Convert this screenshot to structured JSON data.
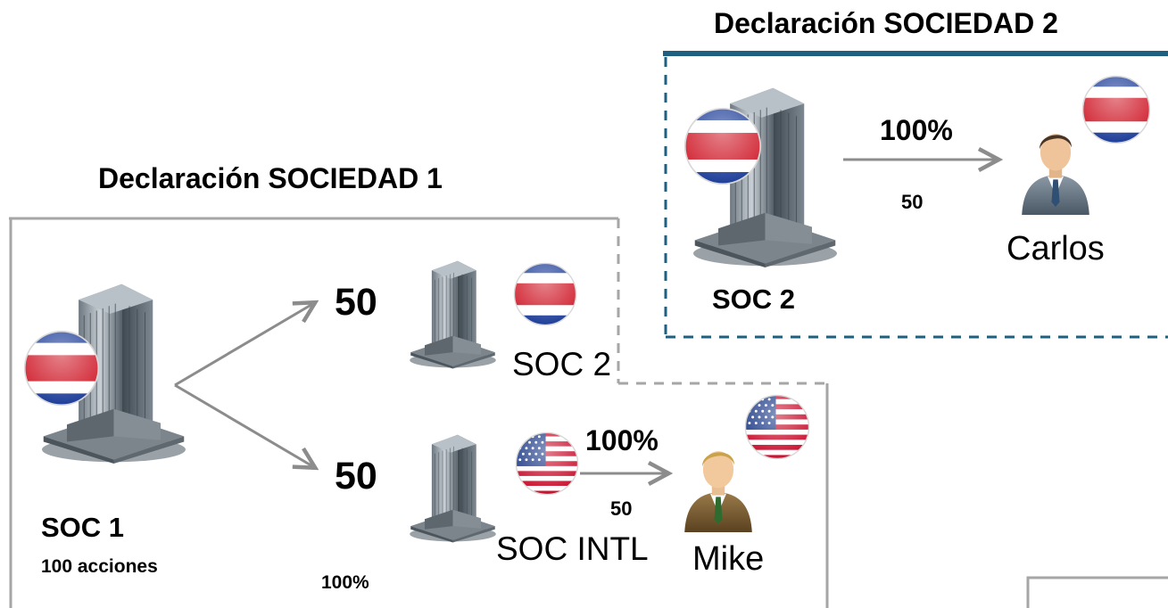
{
  "sociedad1": {
    "title": "Declaración SOCIEDAD 1",
    "soc1": {
      "name": "SOC 1",
      "acciones": "100 acciones",
      "flag": "costa-rica-flag-icon"
    },
    "branch_top": {
      "value": "50",
      "entity": "SOC 2",
      "flag": "costa-rica-flag-icon"
    },
    "branch_bottom": {
      "value": "50",
      "entity": "SOC INTL",
      "flag": "usa-flag-icon"
    },
    "intl_link": {
      "percent": "100%",
      "value": "50"
    },
    "mike": {
      "name": "Mike",
      "flag": "usa-flag-icon"
    },
    "bottom_percent": "100%"
  },
  "sociedad2": {
    "title": "Declaración SOCIEDAD 2",
    "soc2": {
      "name": "SOC 2",
      "flag": "costa-rica-flag-icon"
    },
    "link": {
      "percent": "100%",
      "value": "50"
    },
    "carlos": {
      "name": "Carlos",
      "flag": "costa-rica-flag-icon"
    }
  },
  "colors": {
    "border_gray": "#a6a6a6",
    "border_blue": "#1f5f7f",
    "arrow": "#8c8c8c",
    "flag_blue": "#1f3f99",
    "flag_red": "#d0202e",
    "usa_red": "#c8102e",
    "usa_blue": "#1f3c88"
  }
}
